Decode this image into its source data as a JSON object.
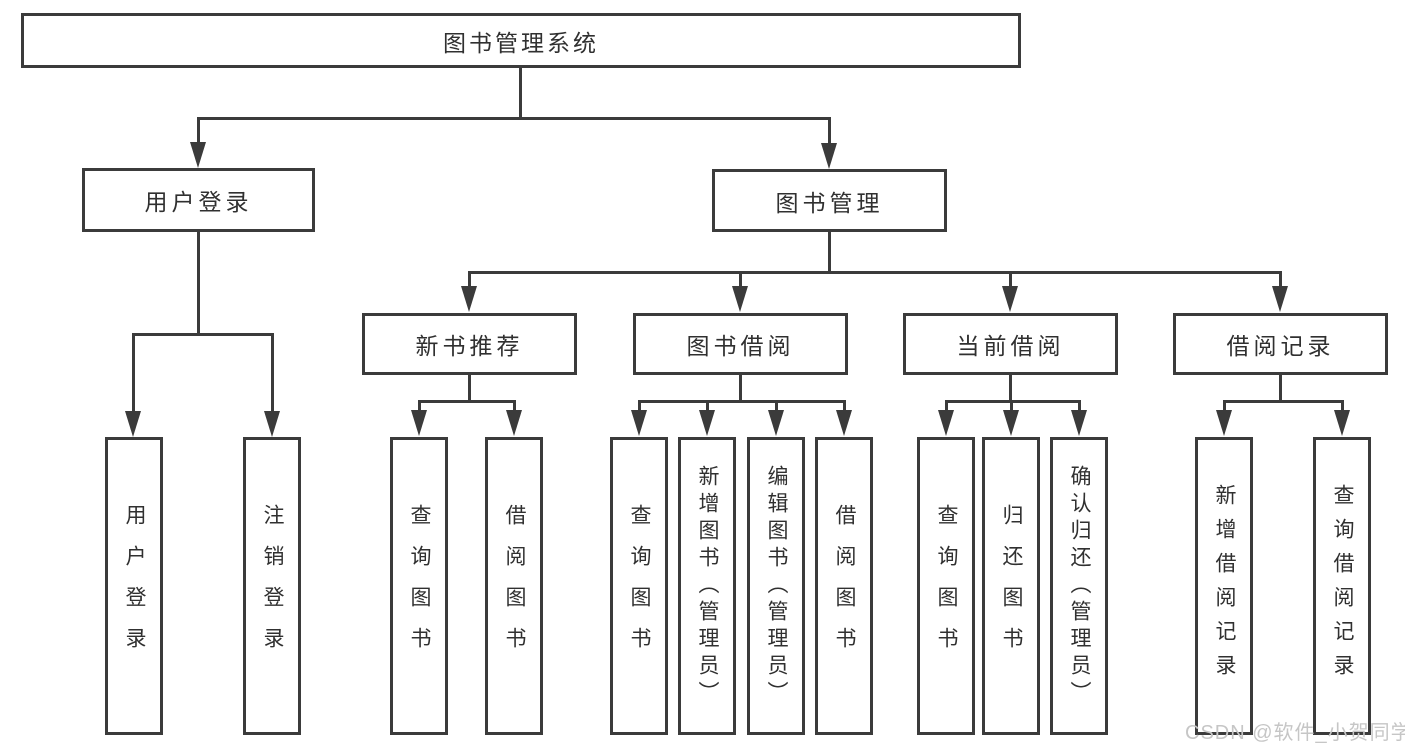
{
  "diagram_title": "图书管理系统",
  "watermark": "CSDN @软件_小贺同学",
  "colors": {
    "line": "#3b3b3b",
    "text": "#303030",
    "background": "#ffffff",
    "watermark": "#c6c6c6"
  },
  "tree": {
    "label": "图书管理系统",
    "children": [
      {
        "label": "用户登录",
        "children": [
          {
            "label": "用户登录"
          },
          {
            "label": "注销登录"
          }
        ]
      },
      {
        "label": "图书管理",
        "children": [
          {
            "label": "新书推荐",
            "children": [
              {
                "label": "查询图书"
              },
              {
                "label": "借阅图书"
              }
            ]
          },
          {
            "label": "图书借阅",
            "children": [
              {
                "label": "查询图书"
              },
              {
                "label": "新增图书（管理员）"
              },
              {
                "label": "编辑图书（管理员）"
              },
              {
                "label": "借阅图书"
              }
            ]
          },
          {
            "label": "当前借阅",
            "children": [
              {
                "label": "查询图书"
              },
              {
                "label": "归还图书"
              },
              {
                "label": "确认归还（管理员）"
              }
            ]
          },
          {
            "label": "借阅记录",
            "children": [
              {
                "label": "新增借阅记录"
              },
              {
                "label": "查询借阅记录"
              }
            ]
          }
        ]
      }
    ]
  }
}
